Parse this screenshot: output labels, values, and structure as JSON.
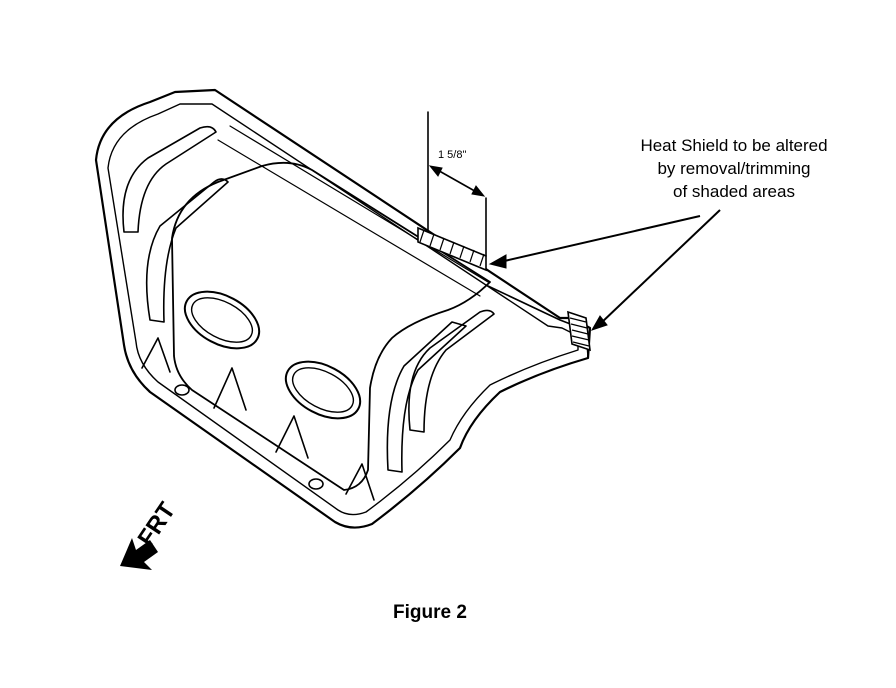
{
  "callout": {
    "line1": "Heat Shield to be altered",
    "line2": "by removal/trimming",
    "line3": "of shaded areas"
  },
  "dimension": {
    "label": "1 5/8\""
  },
  "direction": {
    "label": "FRT"
  },
  "caption": {
    "text": "Figure 2"
  },
  "colors": {
    "ink": "#000000",
    "paper": "#ffffff"
  }
}
